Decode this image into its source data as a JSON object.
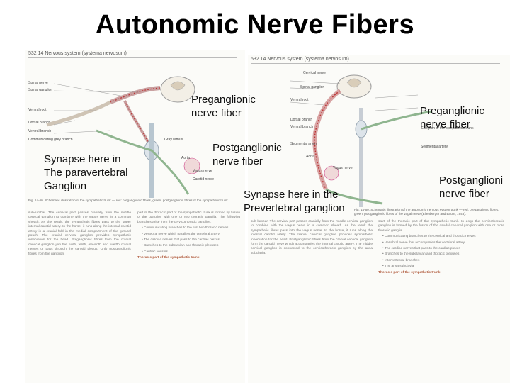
{
  "slide": {
    "title": "Autonomic  Nerve Fibers"
  },
  "left_page": {
    "running_head": "532   14  Nervous system (systema nervosum)",
    "figure_labels": [
      "Spinal nerve",
      "Spinal ganglion",
      "Ventral root",
      "Dorsal branch",
      "Ventral branch",
      "Communicating grey branch",
      "Aorta",
      "Vagus nerve",
      "Gray ramus",
      "Carotid nerve"
    ],
    "caption": "Fig. 14-60. Schematic illustration of the sympathetic trunk — red: preganglionic fibres, green: postganglionic fibres of the sympathetic trunk.",
    "col1": "sub-lumbar. The cervical part passes cranially from the middle cervical ganglion to combine with the vagus nerve in a common sheath. As the result, the sympathetic fibres pass to the upper internal carotid artery. In the horse, it runs along the internal carotid artery in a cranial fold in the medial compartment of the guttural pouch. The cranial cervical ganglion provides sympathetic innervation for the head. Preganglionic fibres from the cranial cervical ganglion join the ninth, tenth, eleventh and twelfth cranial nerves or pass through the carotid plexus. Only postganglionic fibres from the ganglion.",
    "col2": "part of the thoracic part of the sympathetic trunk is formed by fusion of the ganglion with one or two thoracic ganglia. The following branches arise from the cervicothoracic ganglion.",
    "bullets": [
      "Communicating branches to the first two thoracic nerves",
      "Vertebral nerve which parallels the vertebral artery",
      "The cardiac nerves that pass to the cardiac plexus",
      "Branches to the subclavian and thoracic plexuses",
      "Cardiac vessels"
    ],
    "subhead": "Thoracic part of the sympathetic trunk"
  },
  "right_page": {
    "running_head": "532   14  Nervous system (systema nervosum)",
    "figure_labels": [
      "Cervical nerve",
      "Spinal ganglion",
      "Ventral root",
      "Dorsal branch",
      "Ventral branch",
      "Segmental artery",
      "Aorta",
      "Vagus nerve",
      "Ganglion of the sympathetic trunk",
      "Segmental artery"
    ],
    "caption": "Fig. 14-60. Schematic illustration of the autonomic nervous system trunk — red: preganglionic fibres, green: postganglionic fibres of the vagal nerve (Ellenberger and Baum, 1943).",
    "col1": "sub-lumbar. The cervical part passes cranially from the middle cervical ganglion to combine with the vagus nerve in a common sheath. As the result the sympathetic fibres pass into the vagus nerve. In the horse, it runs along the internal carotid artery. The cranial cervical ganglion provides sympathetic innervation for the head. Postganglionic fibres from the cranial cervical ganglion form the carotid nerve which accompanies the internal carotid artery. The middle cervical ganglion is connected to the cervicothoracic ganglion by the ansa subclavia.",
    "col2": "start of the thoracic part of the sympathetic trunk. In dogs the cervicothoracic ganglion is formed by the fusion of the caudal cervical ganglion with one or more thoracic ganglia.",
    "bullets": [
      "Communicating branches to the cervical and thoracic nerves",
      "Vertebral nerve that accompanies the vertebral artery",
      "The cardiac nerves that pass to the cardiac plexus",
      "Branches to the subclavian and thoracic plexuses",
      "Intervertebral branches",
      "The ansa subclavia"
    ],
    "subhead": "Thoracic part of the sympathetic trunk"
  },
  "annotations": {
    "pre_left": [
      "Preganglionic",
      "nerve fiber"
    ],
    "post_left": [
      "Postganglionic",
      "nerve fiber"
    ],
    "synapse_paravertebral": [
      "Synapse here in",
      "The paravertebral",
      "Ganglion"
    ],
    "synapse_prevertebral": [
      "Synapse here in the",
      "Prevertebral ganglion"
    ],
    "pre_right": [
      "Preganglionic",
      "nerve fiber"
    ],
    "post_right": [
      "Postganglioni",
      "nerve fiber"
    ]
  }
}
